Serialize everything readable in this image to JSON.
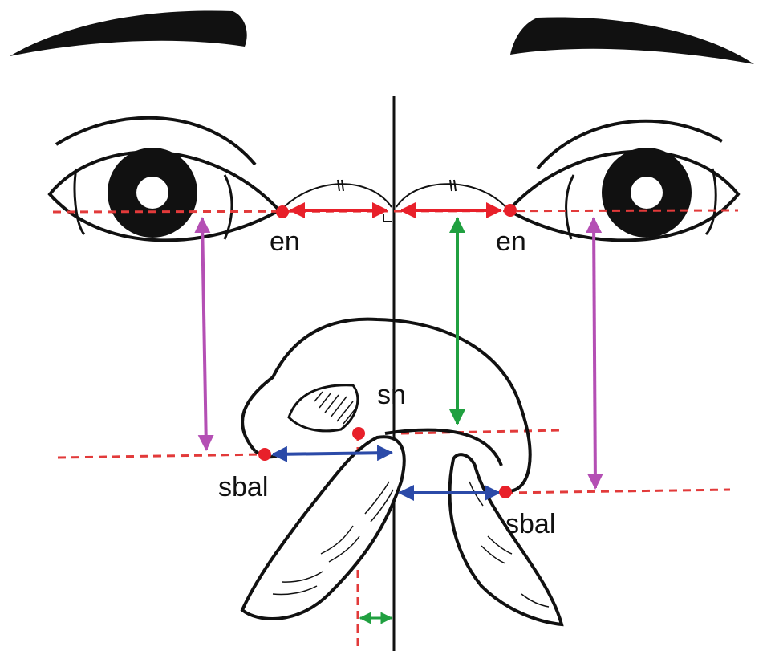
{
  "labels": {
    "en_left": "en",
    "en_right": "en",
    "sn": "sn",
    "sbal_left": "sbal",
    "sbal_right": "sbal"
  },
  "colors": {
    "outline": "#111111",
    "reference_line": "#e23a3a",
    "landmark_point": "#e8202a",
    "intercanthal_arrow": "#e8202a",
    "eye_to_alar_arrow": "#b44fb4",
    "en_to_sn_arrow": "#20a040",
    "alar_base_arrow": "#2b4aa8",
    "columella_offset_arrow": "#20a040"
  }
}
